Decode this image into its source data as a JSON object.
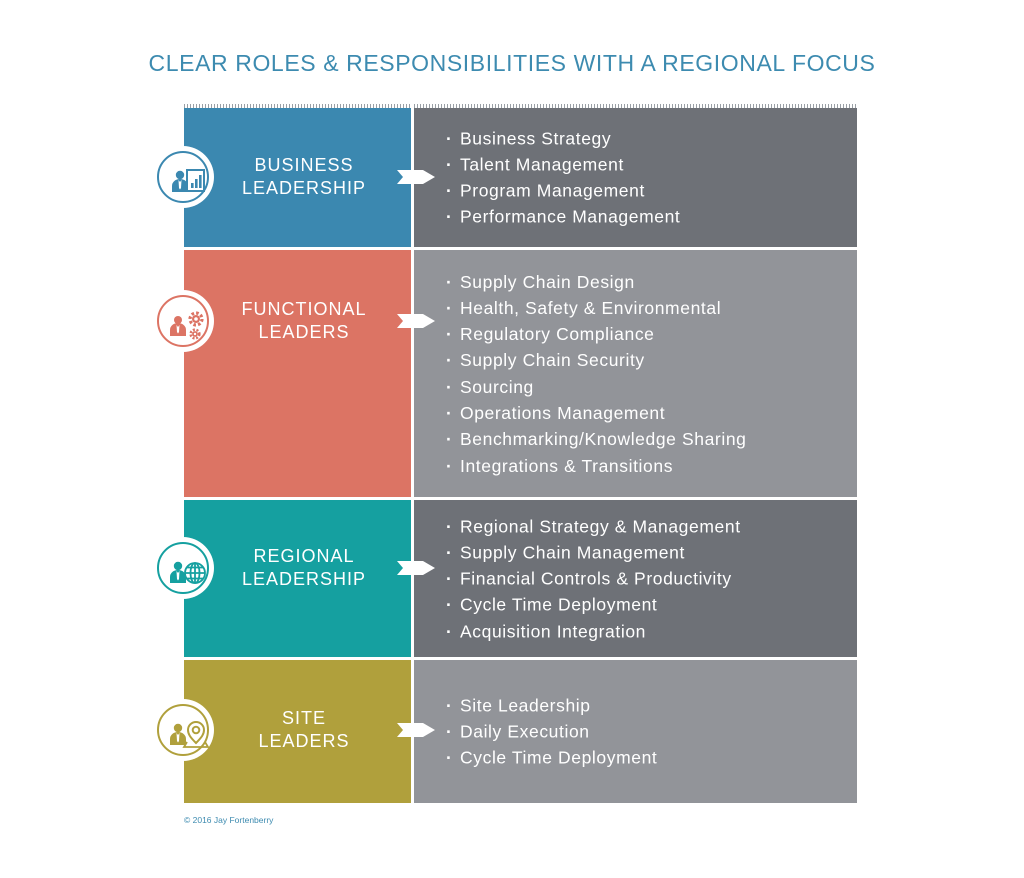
{
  "title": "CLEAR ROLES & RESPONSIBILITIES WITH A REGIONAL FOCUS",
  "colors": {
    "title": "#3d8bb0",
    "business": "#3b88b0",
    "functional": "#dc7464",
    "regional": "#15a0a0",
    "site": "#b0a03c",
    "dark_panel": "#6e7177",
    "light_panel": "#929499"
  },
  "rows": [
    {
      "role_lines": [
        "BUSINESS",
        "LEADERSHIP"
      ],
      "icon": "presentation-chart-person-icon",
      "color": "#3b88b0",
      "panel_color": "#6e7177",
      "items": [
        "Business Strategy",
        "Talent Management",
        "Program Management",
        "Performance Management"
      ]
    },
    {
      "role_lines": [
        "FUNCTIONAL",
        "LEADERS"
      ],
      "icon": "person-gears-icon",
      "color": "#dc7464",
      "panel_color": "#929499",
      "items": [
        "Supply Chain Design",
        "Health, Safety & Environmental",
        "Regulatory Compliance",
        "Supply Chain Security",
        "Sourcing",
        "Operations Management",
        "Benchmarking/Knowledge Sharing",
        "Integrations & Transitions"
      ]
    },
    {
      "role_lines": [
        "REGIONAL",
        "LEADERSHIP"
      ],
      "icon": "person-globe-icon",
      "color": "#15a0a0",
      "panel_color": "#6e7177",
      "items": [
        "Regional Strategy & Management",
        "Supply Chain Management",
        "Financial Controls & Productivity",
        "Cycle Time Deployment",
        "Acquisition Integration"
      ]
    },
    {
      "role_lines": [
        "SITE",
        "LEADERS"
      ],
      "icon": "person-location-pin-icon",
      "color": "#b0a03c",
      "panel_color": "#929499",
      "items": [
        "Site Leadership",
        "Daily Execution",
        "Cycle Time Deployment"
      ]
    }
  ],
  "copyright": "© 2016 Jay Fortenberry"
}
